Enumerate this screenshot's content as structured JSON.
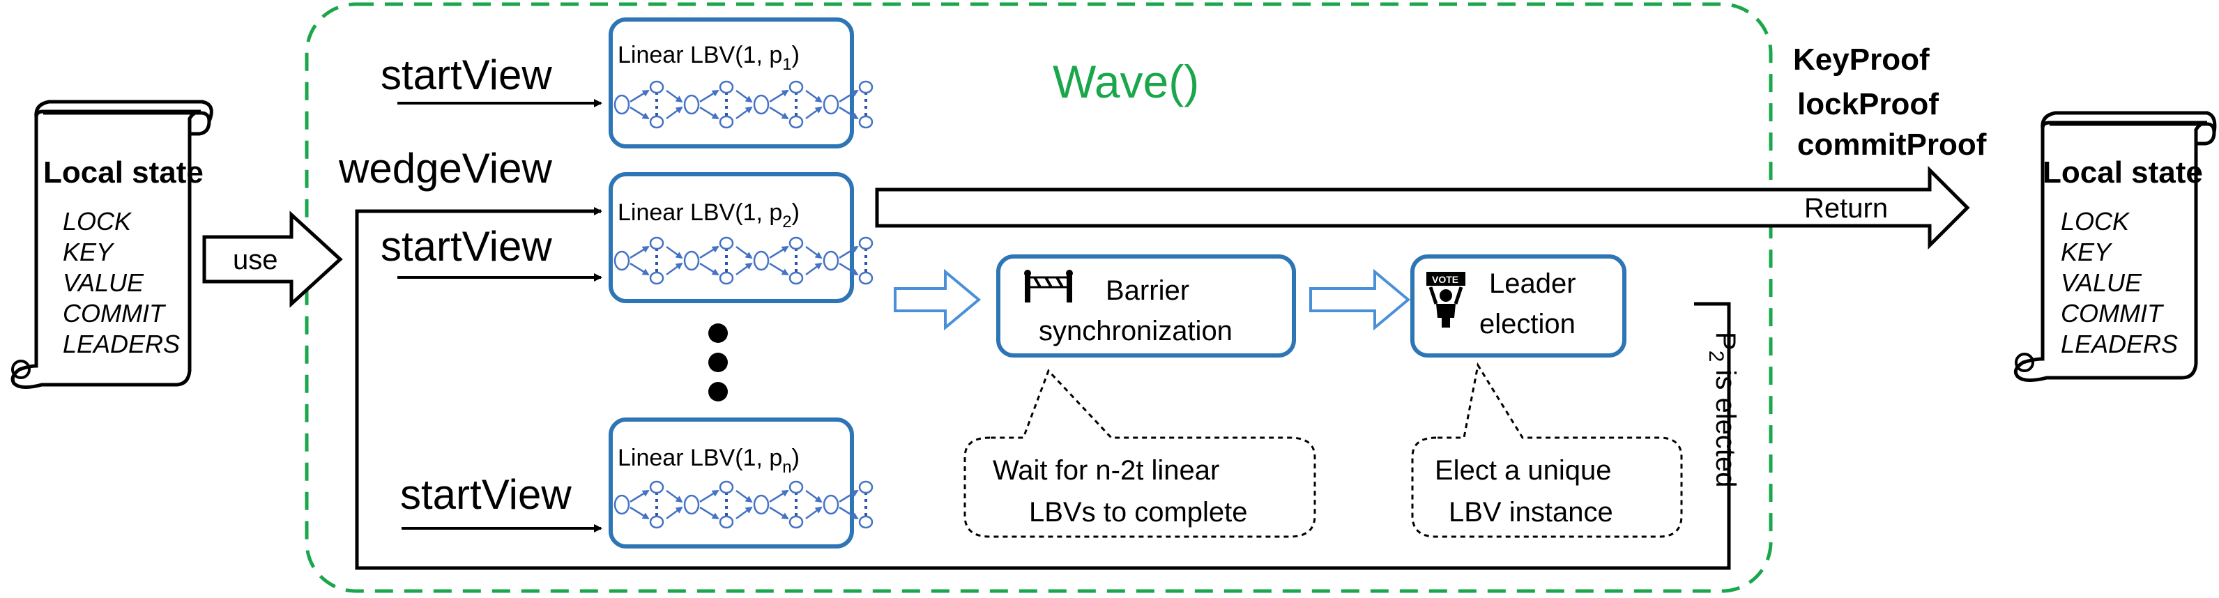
{
  "colors": {
    "wave_border": "#1aa64a",
    "box_border": "#2e75b6",
    "hollow_arrow": "#4a90d9",
    "text": "#000000"
  },
  "diagram": {
    "wave_title": "Wave()",
    "left_state": {
      "title": "Local state",
      "items": [
        "LOCK",
        "KEY",
        "VALUE",
        "COMMIT",
        "LEADERS"
      ]
    },
    "right_state": {
      "title": "Local state",
      "items": [
        "LOCK",
        "KEY",
        "VALUE",
        "COMMIT",
        "LEADERS"
      ]
    },
    "use_label": "use",
    "return_label": "Return",
    "wedge_view_label": "wedgeView",
    "start_view_label": "startView",
    "proofs": [
      "KeyProof",
      "lockProof",
      "commitProof"
    ],
    "lbv_boxes": [
      {
        "prefix": "Linear LBV(1, p",
        "sub": "1",
        "suffix": ")"
      },
      {
        "prefix": "Linear LBV(1, p",
        "sub": "2",
        "suffix": ")"
      },
      {
        "prefix": "Linear LBV(1, p",
        "sub": "n",
        "suffix": ")"
      }
    ],
    "barrier": {
      "line1": "Barrier",
      "line2": "synchronization",
      "icon": "barrier-icon"
    },
    "leader": {
      "line1": "Leader",
      "line2": "election",
      "icon": "vote-icon",
      "icon_text": "VOTE"
    },
    "callout_barrier": [
      "Wait for n-2t  linear",
      "LBVs to complete"
    ],
    "callout_leader": [
      "Elect a unique",
      "LBV instance"
    ],
    "elected": {
      "prefix": "P",
      "sub": "2",
      "suffix": " is elected"
    }
  }
}
